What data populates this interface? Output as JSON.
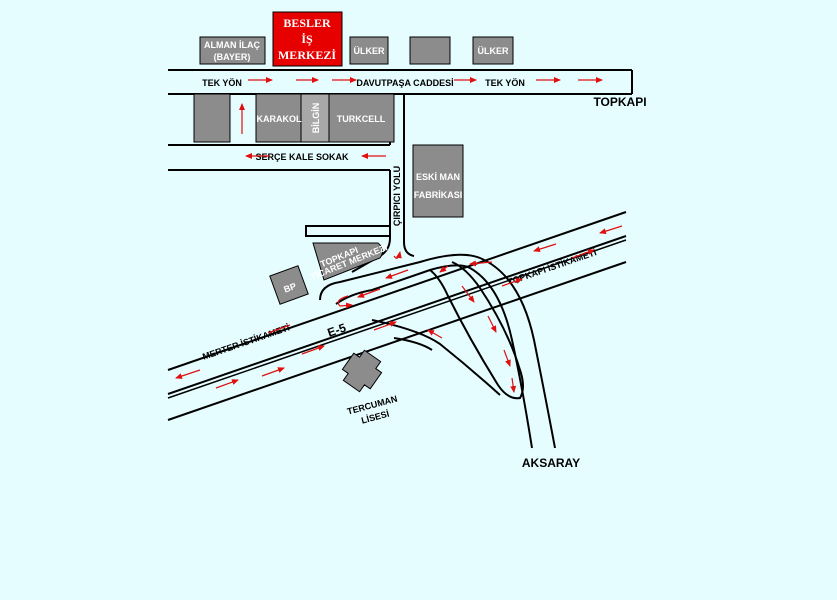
{
  "buildings": {
    "besler_line1": "BESLER",
    "besler_line2": "İŞ",
    "besler_line3": "MERKEZİ",
    "alman_line1": "ALMAN İLAÇ",
    "alman_line2": "(BAYER)",
    "ulker1": "ÜLKER",
    "ulker2": "ÜLKER",
    "karakol": "KARAKOL",
    "bilgin": "BİLGİN",
    "turkcell": "TURKCELL",
    "eski_line1": "ESKİ MAN",
    "eski_line2": "FABRİKASI",
    "bp": "BP",
    "ticaret_line1": "TOPKAPI",
    "ticaret_line2": "TİCARET MERKEZİ",
    "tercuman_line1": "TERCUMAN",
    "tercuman_line2": "LİSESİ"
  },
  "roads": {
    "tek_yon_left": "TEK YÖN",
    "davutpasa": "DAVUTPAŞA CADDESİ",
    "tek_yon_right": "TEK YÖN",
    "topkapi": "TOPKAPI",
    "serce": "SERÇE KALE SOKAK",
    "cirpici": "ÇIRPICI YOLU",
    "e5": "E-5",
    "merter": "MERTER İSTİKAMETİ",
    "topkapi_ist": "TOPKAPI İSTİKAMETİ",
    "aksaray": "AKSARAY"
  },
  "colors": {
    "background": "#e6fdff",
    "highlight": "#e60000",
    "building": "#8c8c8c",
    "arrow": "#e01010"
  }
}
